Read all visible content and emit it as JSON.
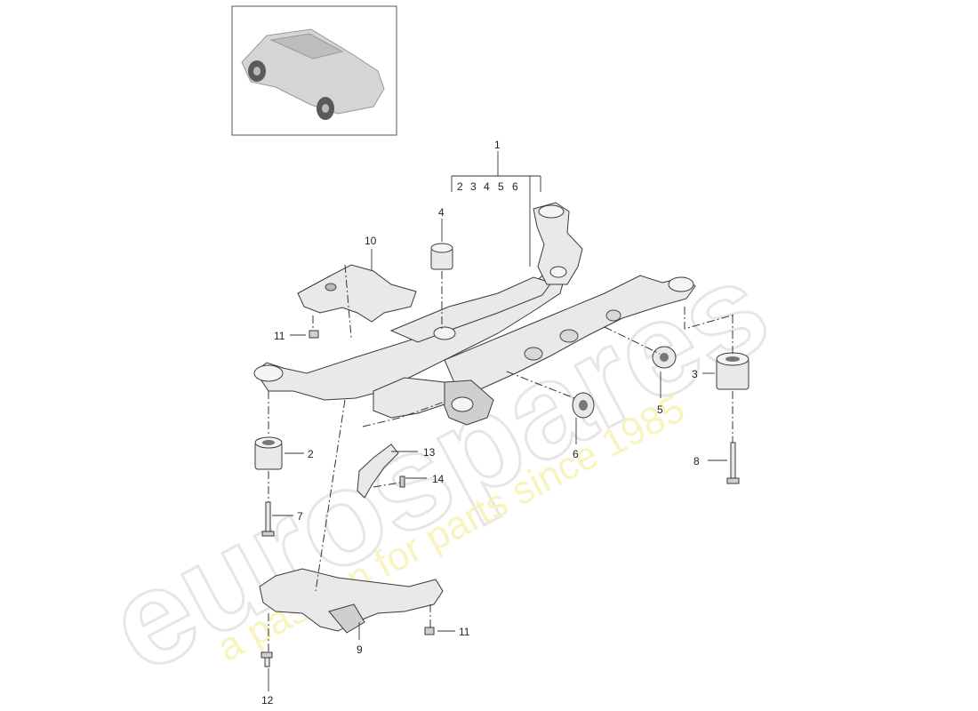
{
  "watermark": {
    "brand": "eurospares",
    "tagline": "a passion for parts since 1985"
  },
  "callouts": {
    "c1": "1",
    "c2": "2",
    "c3": "3",
    "c4": "4",
    "c5": "5",
    "c6": "6",
    "c7": "7",
    "c8": "8",
    "c9": "9",
    "c10": "10",
    "c11a": "11",
    "c11b": "11",
    "c12": "12",
    "c13": "13",
    "c14": "14"
  },
  "group_bracket": [
    "2",
    "3",
    "4",
    "5",
    "6"
  ],
  "colors": {
    "part_fill": "#e9e9e9",
    "part_shade": "#cfcfcf",
    "line": "#333333",
    "watermark_text": "#e6e6e6",
    "watermark_tagline": "#f6f3b4"
  }
}
